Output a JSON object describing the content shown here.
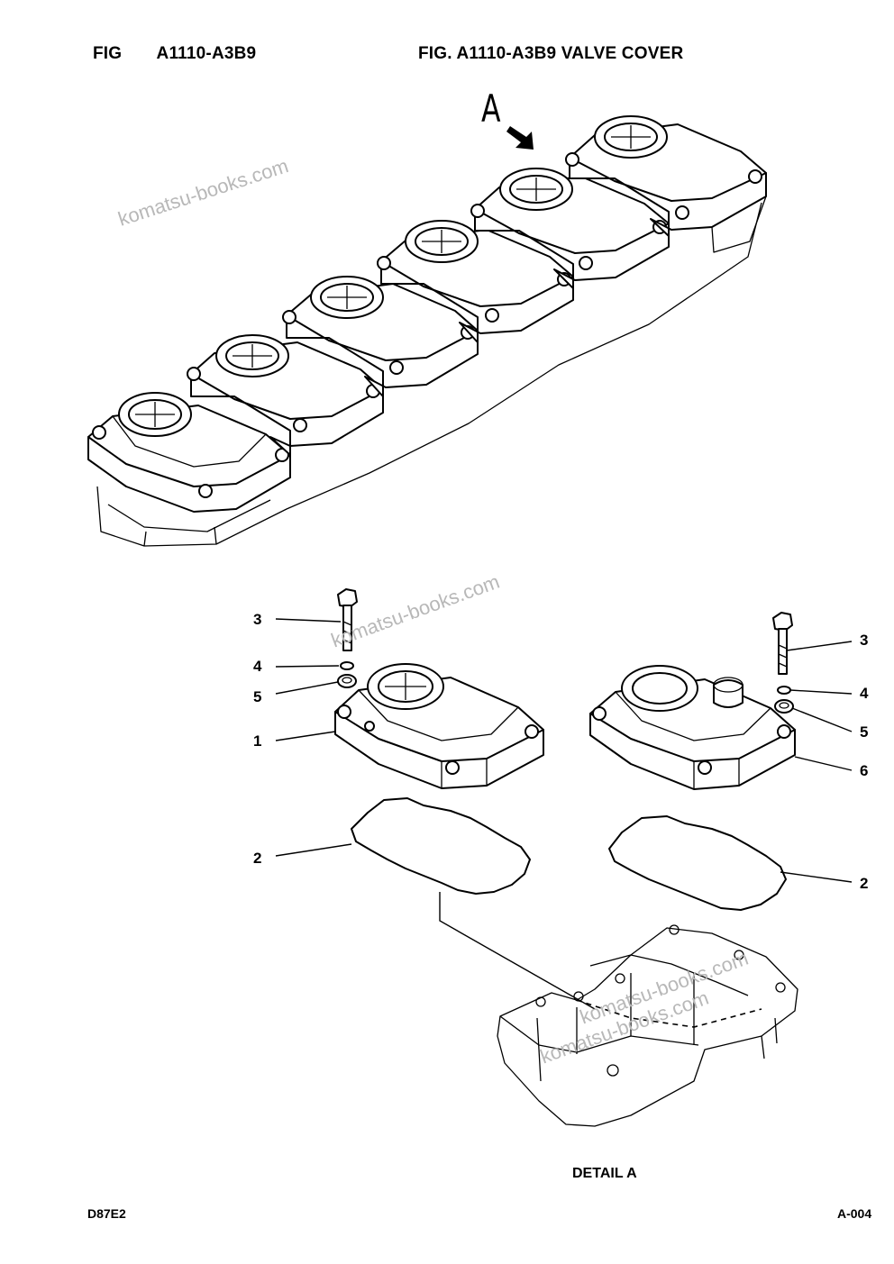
{
  "header": {
    "fig_label": "FIG",
    "fig_code": "A1110-A3B9",
    "fig_title": "FIG. A1110-A3B9 VALVE COVER"
  },
  "view_marker": "A",
  "callouts": {
    "left_bolt": "3",
    "left_washer_small": "4",
    "left_washer": "5",
    "left_cover": "1",
    "left_gasket": "2",
    "right_bolt": "3",
    "right_washer_small": "4",
    "right_washer": "5",
    "right_cover": "6",
    "right_gasket": "2"
  },
  "detail_label": "DETAIL A",
  "watermarks": [
    "komatsu-books.com",
    "komatsu-books.com",
    "komatsu-books.com",
    "komatsu-books.com"
  ],
  "footer": {
    "model": "D87E2",
    "page": "A-004"
  }
}
